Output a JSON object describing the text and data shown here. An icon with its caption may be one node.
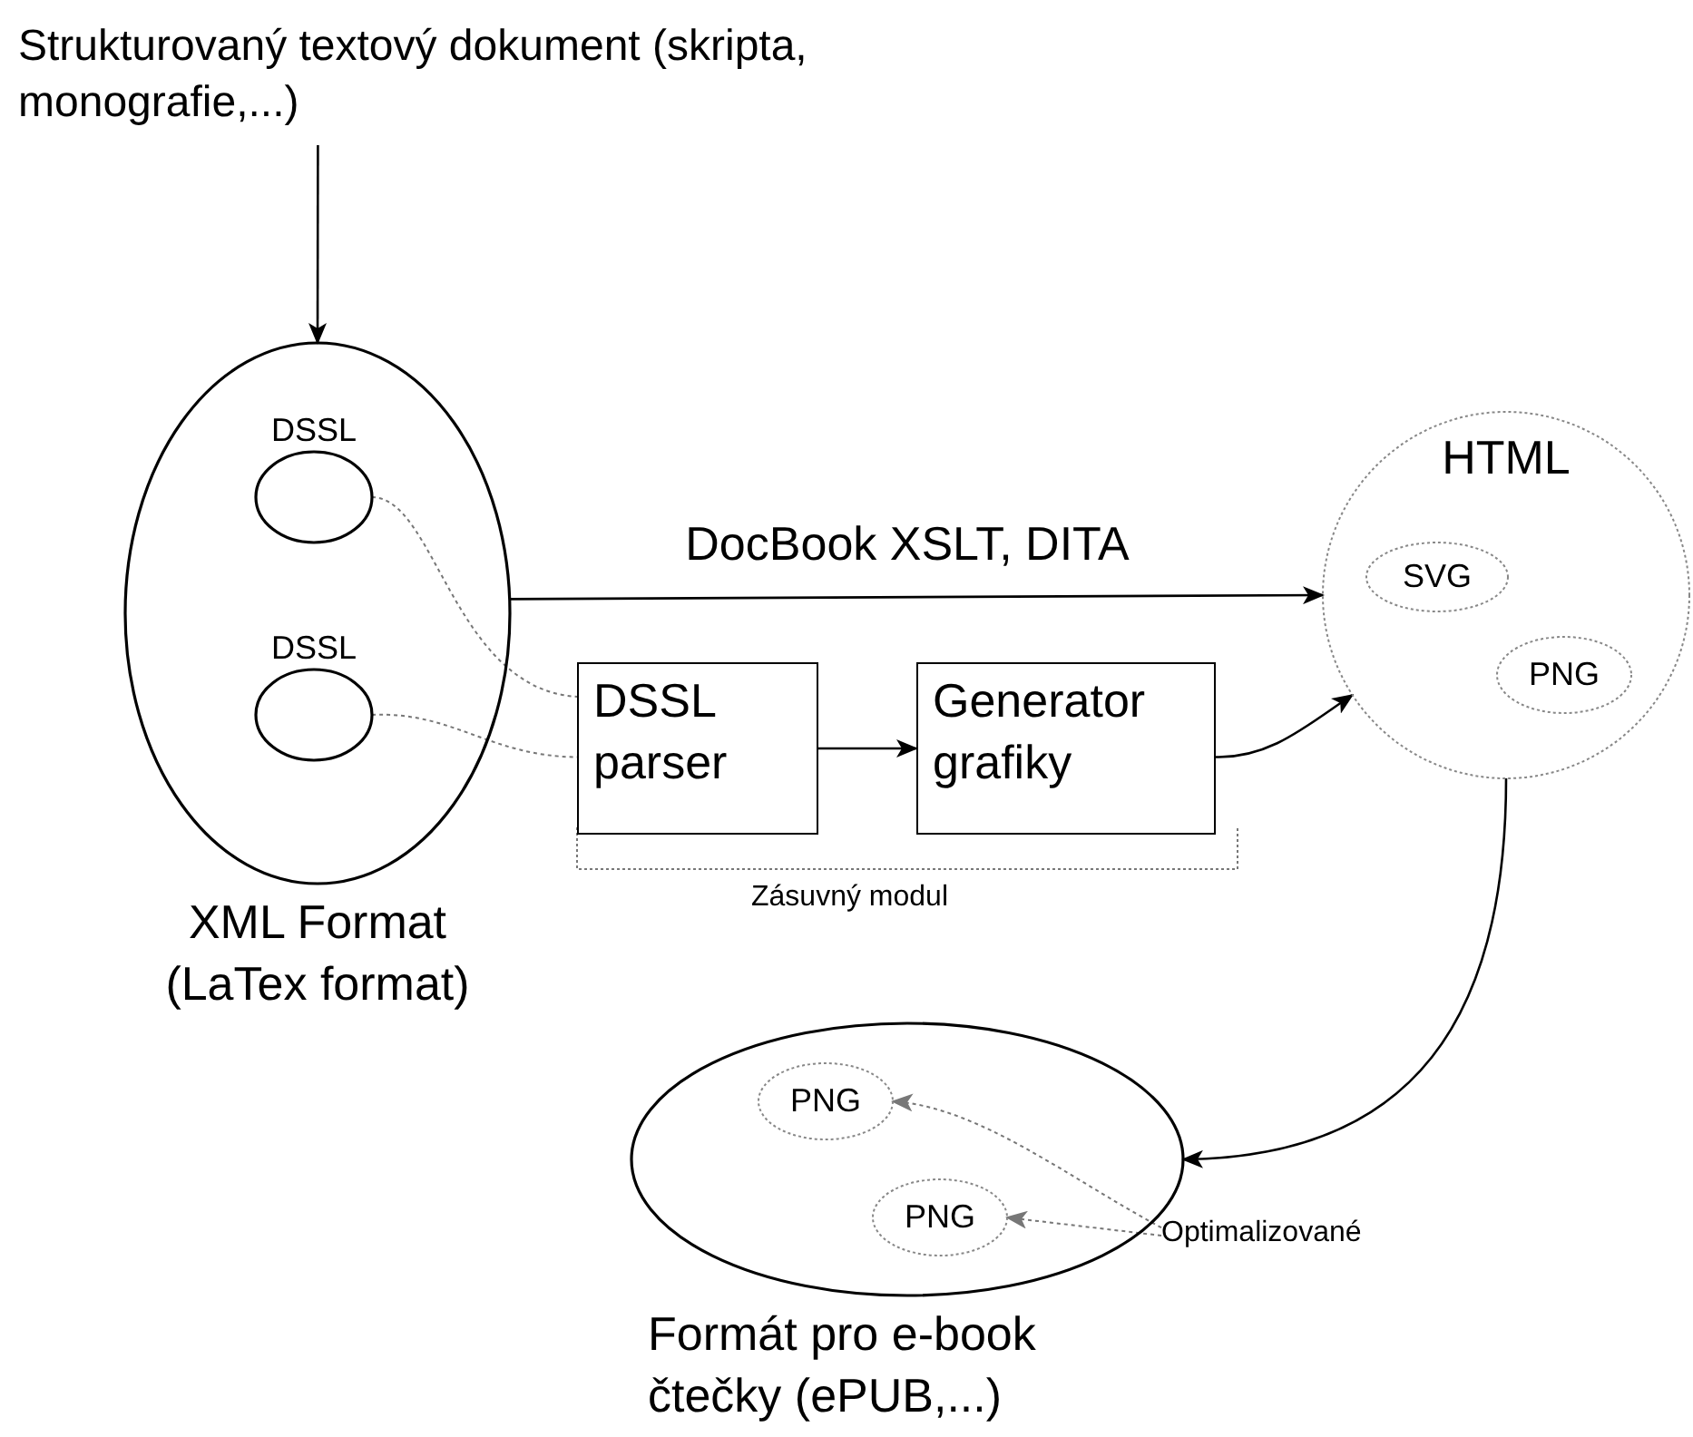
{
  "diagram": {
    "nodes": [
      {
        "text": [
          "Strukturovaný textový dokument (skripta, monografie,...)"
        ]
      },
      {
        "text": [
          "XML Format (LaTex format)"
        ]
      },
      {
        "text": [
          "DSSL"
        ],
        "in": 1
      },
      {
        "text": [
          "DSSL"
        ],
        "in": 1
      },
      {
        "text": [
          "DSSL parser"
        ]
      },
      {
        "text": [
          "Generator grafiky"
        ]
      },
      {
        "text": [
          "HTML"
        ]
      },
      {
        "text": [
          "SVG"
        ],
        "in": 6
      },
      {
        "text": [
          "PNG"
        ],
        "in": 6
      },
      {
        "text": [
          "Formát pro e-book čtečky (ePUB,...)"
        ]
      },
      {
        "text": [
          "PNG"
        ],
        "in": 9
      },
      {
        "text": [
          "PNG"
        ],
        "in": 9
      },
      {
        "text": [
          "Optimalizované"
        ]
      }
    ],
    "edges": [
      {
        "from": 0,
        "to": 1,
        "arrow": "to"
      },
      {
        "from": 1,
        "to": 6,
        "arrow": "to",
        "label": "DocBook XSLT, DITA"
      },
      {
        "from": 2,
        "to": 4,
        "arrow": "none",
        "style": "dashed",
        "color": "#777777"
      },
      {
        "from": 3,
        "to": 4,
        "arrow": "none",
        "style": "dashed",
        "color": "#777777"
      },
      {
        "from": 4,
        "to": 5,
        "arrow": "to"
      },
      {
        "from": 5,
        "to": 6,
        "arrow": "to"
      },
      {
        "from": 6,
        "to": 9,
        "arrow": "to"
      },
      {
        "from": 12,
        "to": 10,
        "arrow": "to",
        "style": "dashed",
        "color": "#777777"
      },
      {
        "from": 12,
        "to": 11,
        "arrow": "to",
        "style": "dashed",
        "color": "#777777"
      }
    ],
    "labels": [
      "Zásuvný modul"
    ]
  }
}
